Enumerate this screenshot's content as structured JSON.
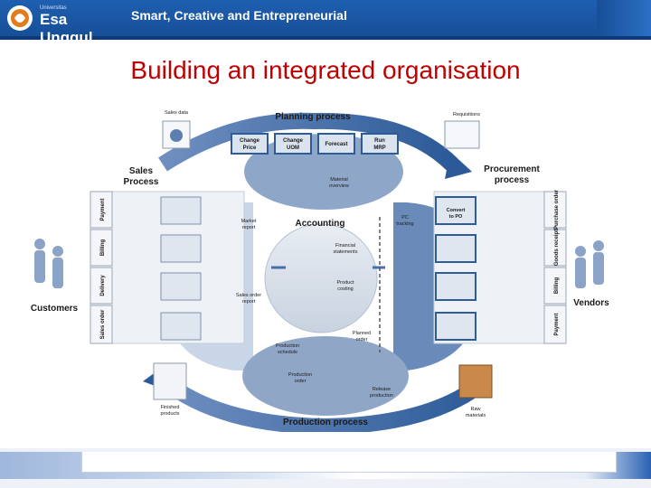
{
  "header": {
    "brand_small": "Universitas",
    "brand": "Esa Unggul",
    "tagline": "Smart, Creative and Entrepreneurial"
  },
  "slide": {
    "title": "Building an integrated organisation"
  },
  "diagram": {
    "processes": {
      "planning": "Planning process",
      "sales_line1": "Sales",
      "sales_line2": "Process",
      "procurement_line1": "Procurement",
      "procurement_line2": "process",
      "production": "Production process",
      "accounting": "Accounting"
    },
    "actors": {
      "customers": "Customers",
      "vendors": "Vendors"
    },
    "planning_steps": [
      {
        "line1": "Change",
        "line2": "Price"
      },
      {
        "line1": "Change",
        "line2": "UOM"
      },
      {
        "line1": "Forecast",
        "line2": ""
      },
      {
        "line1": "Run",
        "line2": "MRP"
      }
    ],
    "docs": {
      "sales_data": "Sales data",
      "requisitions": "Requisitions",
      "material_overview_1": "Material",
      "material_overview_2": "overview",
      "market_report_1": "Market",
      "market_report_2": "report",
      "sales_order_report_1": "Sales order",
      "sales_order_report_2": "report",
      "pc_tracking_1": "PC",
      "pc_tracking_2": "tracking",
      "convert_po_1": "Convert",
      "convert_po_2": "to PO",
      "financial_1": "Financial",
      "financial_2": "statements",
      "product_costing_1": "Product",
      "product_costing_2": "costing",
      "planned_order_1": "Planned",
      "planned_order_2": "order",
      "production_schedule_1": "Production",
      "production_schedule_2": "schedule",
      "production_order_1": "Production",
      "production_order_2": "order",
      "release_production_1": "Release",
      "release_production_2": "production",
      "finished_1": "Finished",
      "finished_2": "products",
      "raw_1": "Raw",
      "raw_2": "materials"
    },
    "sales_steps": [
      "Payment",
      "Billing",
      "Delivery",
      "Sales order"
    ],
    "procurement_steps": [
      "Purchase order",
      "Goods receipt",
      "Billing",
      "Payment"
    ],
    "colors": {
      "ring_dark": "#2f5f9e",
      "ring_light": "#9fb8da",
      "panel": "#d7dee8",
      "step_blue": "#2e5c9a"
    }
  }
}
